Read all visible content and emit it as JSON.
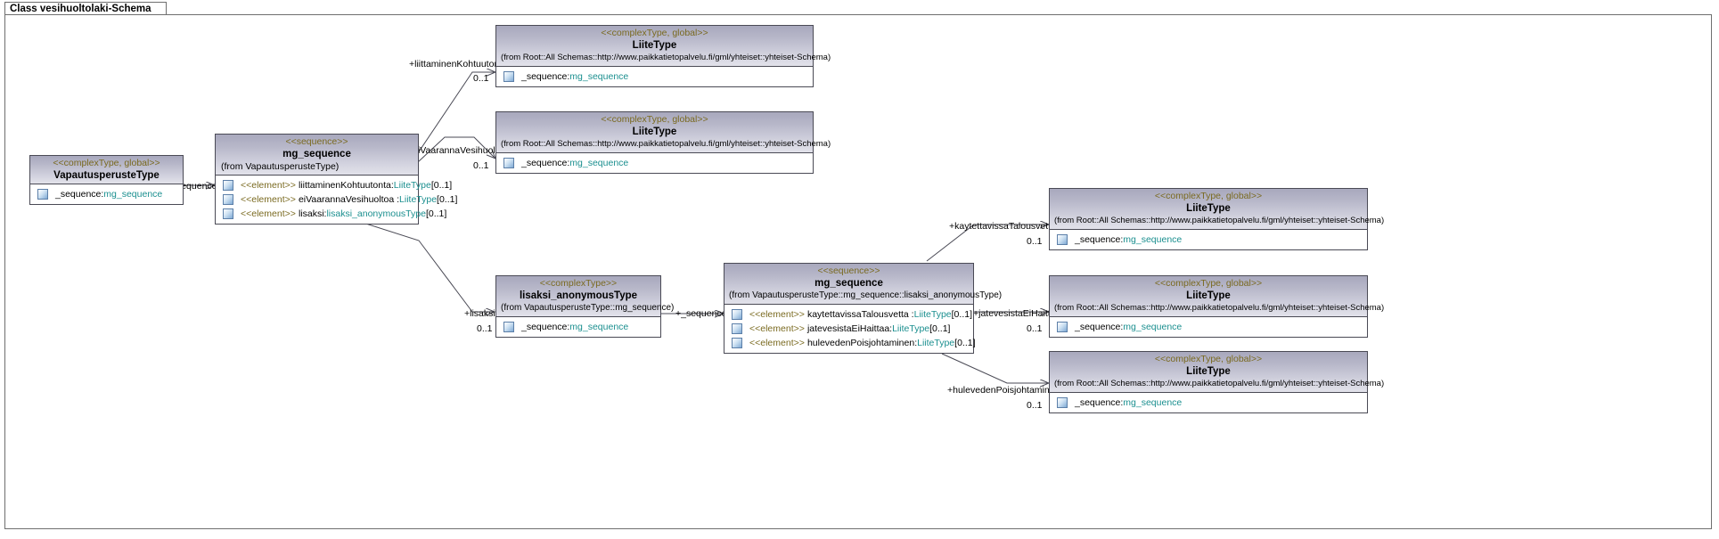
{
  "frame": {
    "tab_label": "Class vesihuoltolaki-Schema"
  },
  "colors": {
    "header_gradient_top": "#a8a8bd",
    "header_gradient_bottom": "#e2e2ea",
    "stereotype_text": "#7a6a20",
    "type_text": "#1b8f8f",
    "border": "#4a4a55",
    "canvas": "#ffffff"
  },
  "classes": {
    "vapautusperuste": {
      "stereotype": "<<complexType, global>>",
      "name": "VapautusperusteType",
      "from": "",
      "attributes": [
        {
          "icon": "attribute-icon",
          "name": "_sequence:",
          "type": "mg_sequence"
        }
      ]
    },
    "mg_sequence_root": {
      "stereotype": "<<sequence>>",
      "name": "mg_sequence",
      "from": "(from VapautusperusteType)",
      "elements": [
        {
          "icon": "element-icon",
          "stereotype": "<<element>>",
          "name": "liittaminenKohtuutonta:",
          "type": "LiiteType",
          "mult": "[0..1]"
        },
        {
          "icon": "element-icon",
          "stereotype": "<<element>>",
          "name": "eiVaarannaVesihuoltoa :",
          "type": "LiiteType",
          "mult": "[0..1]"
        },
        {
          "icon": "element-icon",
          "stereotype": "<<element>>",
          "name": "lisaksi:",
          "type": "lisaksi_anonymousType",
          "mult": "[0..1]"
        }
      ]
    },
    "liite_1": {
      "stereotype": "<<complexType, global>>",
      "name": "LiiteType",
      "from": "(from Root::All Schemas::http://www.paikkatietopalvelu.fi/gml/yhteiset::yhteiset-Schema)",
      "attributes": [
        {
          "icon": "attribute-icon",
          "name": "_sequence:",
          "type": "mg_sequence"
        }
      ]
    },
    "liite_2": {
      "stereotype": "<<complexType, global>>",
      "name": "LiiteType",
      "from": "(from Root::All Schemas::http://www.paikkatietopalvelu.fi/gml/yhteiset::yhteiset-Schema)",
      "attributes": [
        {
          "icon": "attribute-icon",
          "name": "_sequence:",
          "type": "mg_sequence"
        }
      ]
    },
    "liite_3": {
      "stereotype": "<<complexType, global>>",
      "name": "LiiteType",
      "from": "(from Root::All Schemas::http://www.paikkatietopalvelu.fi/gml/yhteiset::yhteiset-Schema)",
      "attributes": [
        {
          "icon": "attribute-icon",
          "name": "_sequence:",
          "type": "mg_sequence"
        }
      ]
    },
    "liite_4": {
      "stereotype": "<<complexType, global>>",
      "name": "LiiteType",
      "from": "(from Root::All Schemas::http://www.paikkatietopalvelu.fi/gml/yhteiset::yhteiset-Schema)",
      "attributes": [
        {
          "icon": "attribute-icon",
          "name": "_sequence:",
          "type": "mg_sequence"
        }
      ]
    },
    "liite_5": {
      "stereotype": "<<complexType, global>>",
      "name": "LiiteType",
      "from": "(from Root::All Schemas::http://www.paikkatietopalvelu.fi/gml/yhteiset::yhteiset-Schema)",
      "attributes": [
        {
          "icon": "attribute-icon",
          "name": "_sequence:",
          "type": "mg_sequence"
        }
      ]
    },
    "lisaksi_anonymous": {
      "stereotype": "<<complexType>>",
      "name": "lisaksi_anonymousType",
      "from": "(from VapautusperusteType::mg_sequence)",
      "attributes": [
        {
          "icon": "attribute-icon",
          "name": "_sequence:",
          "type": "mg_sequence"
        }
      ]
    },
    "mg_sequence_lisaksi": {
      "stereotype": "<<sequence>>",
      "name": "mg_sequence",
      "from": "(from VapautusperusteType::mg_sequence::lisaksi_anonymousType)",
      "elements": [
        {
          "icon": "element-icon",
          "stereotype": "<<element>>",
          "name": "kaytettavissaTalousvetta :",
          "type": "LiiteType",
          "mult": "[0..1]"
        },
        {
          "icon": "element-icon",
          "stereotype": "<<element>>",
          "name": "jatevesistaEiHaittaa:",
          "type": "LiiteType",
          "mult": "[0..1]"
        },
        {
          "icon": "element-icon",
          "stereotype": "<<element>>",
          "name": "hulevedenPoisjohtaminen:",
          "type": "LiiteType",
          "mult": "[0..1]"
        }
      ]
    }
  },
  "associations": [
    {
      "id": "assoc-sequence-root",
      "role": "+_sequence",
      "mult": ""
    },
    {
      "id": "assoc-liittaminen",
      "role": "+liittaminenKohtuutonta",
      "mult": "0..1"
    },
    {
      "id": "assoc-eivaaranna",
      "role": "+eiVaarannaVesihuoltoa",
      "mult": "0..1"
    },
    {
      "id": "assoc-lisaksi",
      "role": "+lisaksi",
      "mult": "0..1"
    },
    {
      "id": "assoc-sequence-lisaksi",
      "role": "+_sequence",
      "mult": ""
    },
    {
      "id": "assoc-kaytettavissa",
      "role": "+kaytettavissaTalousvetta",
      "mult": "0..1"
    },
    {
      "id": "assoc-jatevesista",
      "role": "+jatevesistaEiHaittaa",
      "mult": "0..1"
    },
    {
      "id": "assoc-huleveden",
      "role": "+hulevedenPoisjohtaminen",
      "mult": "0..1"
    }
  ]
}
